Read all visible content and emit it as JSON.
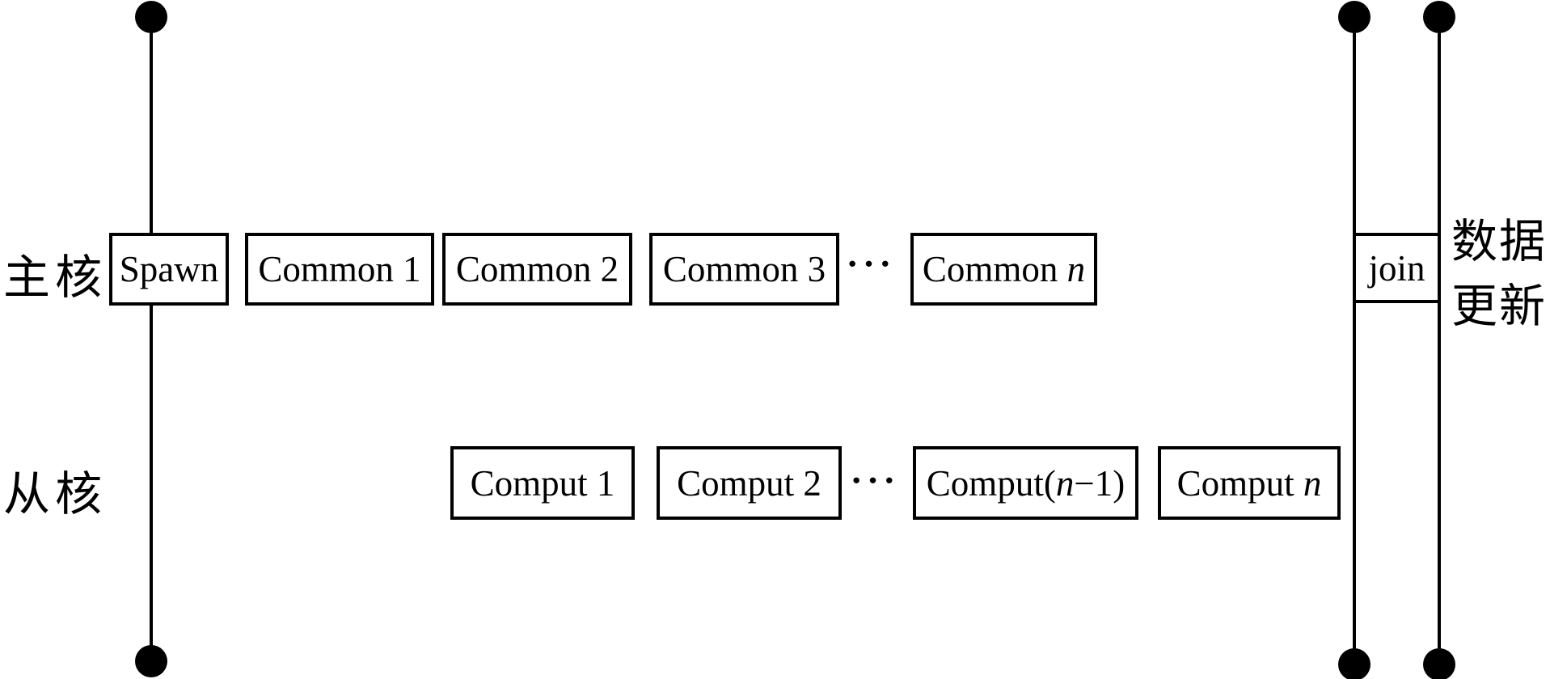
{
  "colors": {
    "ink": "#000000",
    "background": "#ffffff"
  },
  "lanes": {
    "master": {
      "label": "主核"
    },
    "slave": {
      "label": "从核"
    }
  },
  "master_row": {
    "spawn": "Spawn",
    "common1": "Common 1",
    "common2": "Common 2",
    "common3": "Common 3",
    "ellipsis": "···",
    "common_n_prefix": "Common ",
    "common_n_var": "n",
    "join": "join"
  },
  "slave_row": {
    "comput1": "Comput 1",
    "comput2": "Comput 2",
    "ellipsis": "···",
    "comput_n1_prefix": "Comput(",
    "comput_n1_var": "n",
    "comput_n1_suffix": "−1)",
    "comput_n_prefix": "Comput ",
    "comput_n_var": "n"
  },
  "right_label": {
    "line1": "数据",
    "line2": "更新"
  }
}
